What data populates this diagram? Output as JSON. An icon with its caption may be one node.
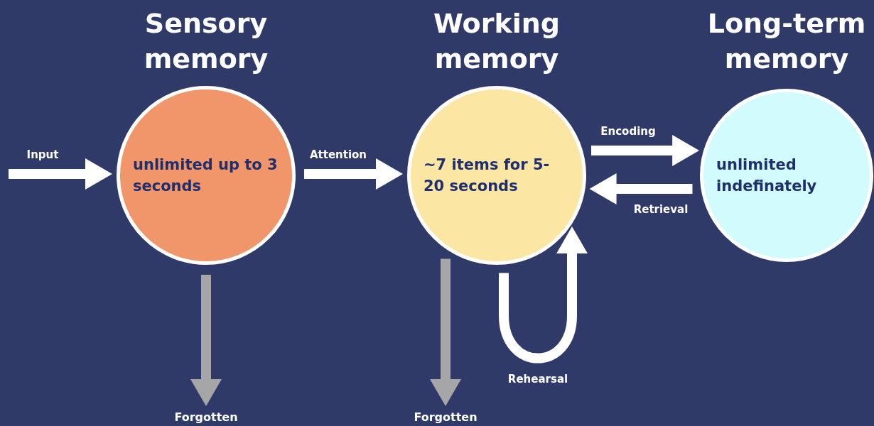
{
  "diagram": {
    "nodes": [
      {
        "text": [
          "Sensory memory",
          "unlimited up to 3 seconds"
        ]
      },
      {
        "text": [
          "Working memory",
          "~7 items for 5-20 seconds"
        ]
      },
      {
        "text": [
          "Long-term memory",
          "unlimited indefinately"
        ]
      },
      {
        "text": [
          "Forgotten"
        ]
      },
      {
        "text": [
          "Forgotten"
        ]
      }
    ],
    "edges": [
      {
        "from": null,
        "to": 0,
        "arrow": "to",
        "label": "Input"
      },
      {
        "from": 0,
        "to": 1,
        "arrow": "to",
        "label": "Attention"
      },
      {
        "from": 1,
        "to": 2,
        "arrow": "to",
        "label": "Encoding"
      },
      {
        "from": 2,
        "to": 1,
        "arrow": "to",
        "label": "Retrieval"
      },
      {
        "from": 0,
        "to": 3,
        "arrow": "to",
        "color": "#a6a6a6"
      },
      {
        "from": 1,
        "to": 4,
        "arrow": "to",
        "color": "#a6a6a6"
      },
      {
        "from": 1,
        "to": 1,
        "arrow": "to",
        "label": "Rehearsal"
      }
    ]
  }
}
